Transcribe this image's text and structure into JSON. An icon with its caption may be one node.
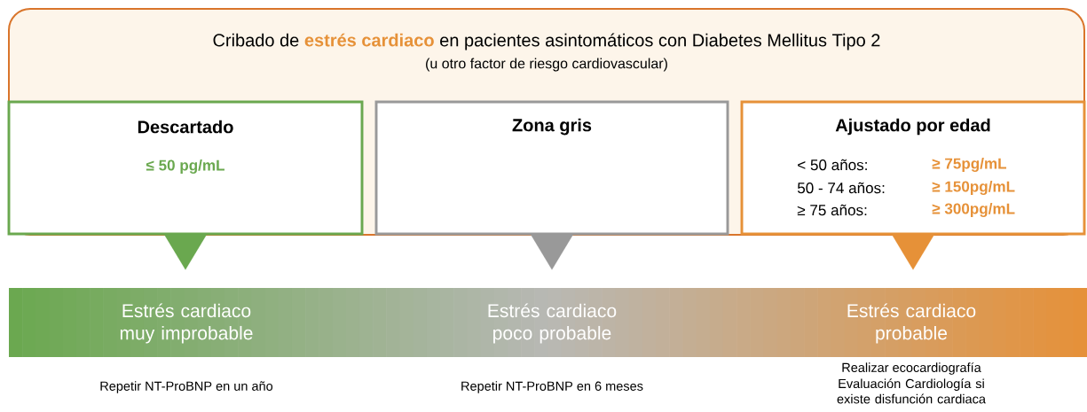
{
  "diagram": {
    "nodes": [
      {
        "text": [
          "Cribado de **estrés cardiaco** en pacientes asintomáticos con Diabetes Mellitus Tipo 2",
          "(u otro factor de riesgo cardiovascular)"
        ]
      },
      {
        "text": [
          "Descartado",
          "≤ 50 pg/mL"
        ],
        "in": 0
      },
      {
        "text": [
          "Zona gris"
        ],
        "in": 0
      },
      {
        "text": [
          "Ajustado por edad",
          "< 50 años:",
          "≥ 75pg/mL",
          "50 - 74 años:",
          "≥ 150pg/mL",
          "≥ 75 años:",
          "≥ 300pg/mL"
        ],
        "in": 0
      },
      {
        "text": [],
        "shape": "bar"
      },
      {
        "text": [
          "Estrés cardiaco muy improbable"
        ],
        "in": 4
      },
      {
        "text": [
          "Estrés cardiaco poco probable"
        ],
        "in": 4
      },
      {
        "text": [
          "Estrés cardiaco probable"
        ],
        "in": 4
      }
    ],
    "labels": [
      "Repetir NT-ProBNP en un año",
      "Repetir NT-ProBNP en 6 meses",
      "Realizar ecocardiografía",
      "Evaluación Cardiología si existe disfunción cardiaca"
    ],
    "edges": [
      {
        "from": 1,
        "to": 5,
        "arrow": "to",
        "color": "#6aa84f"
      },
      {
        "from": 2,
        "to": 6,
        "arrow": "to",
        "color": "#999999"
      },
      {
        "from": 3,
        "to": 7,
        "arrow": "to",
        "color": "#e69138"
      }
    ]
  }
}
